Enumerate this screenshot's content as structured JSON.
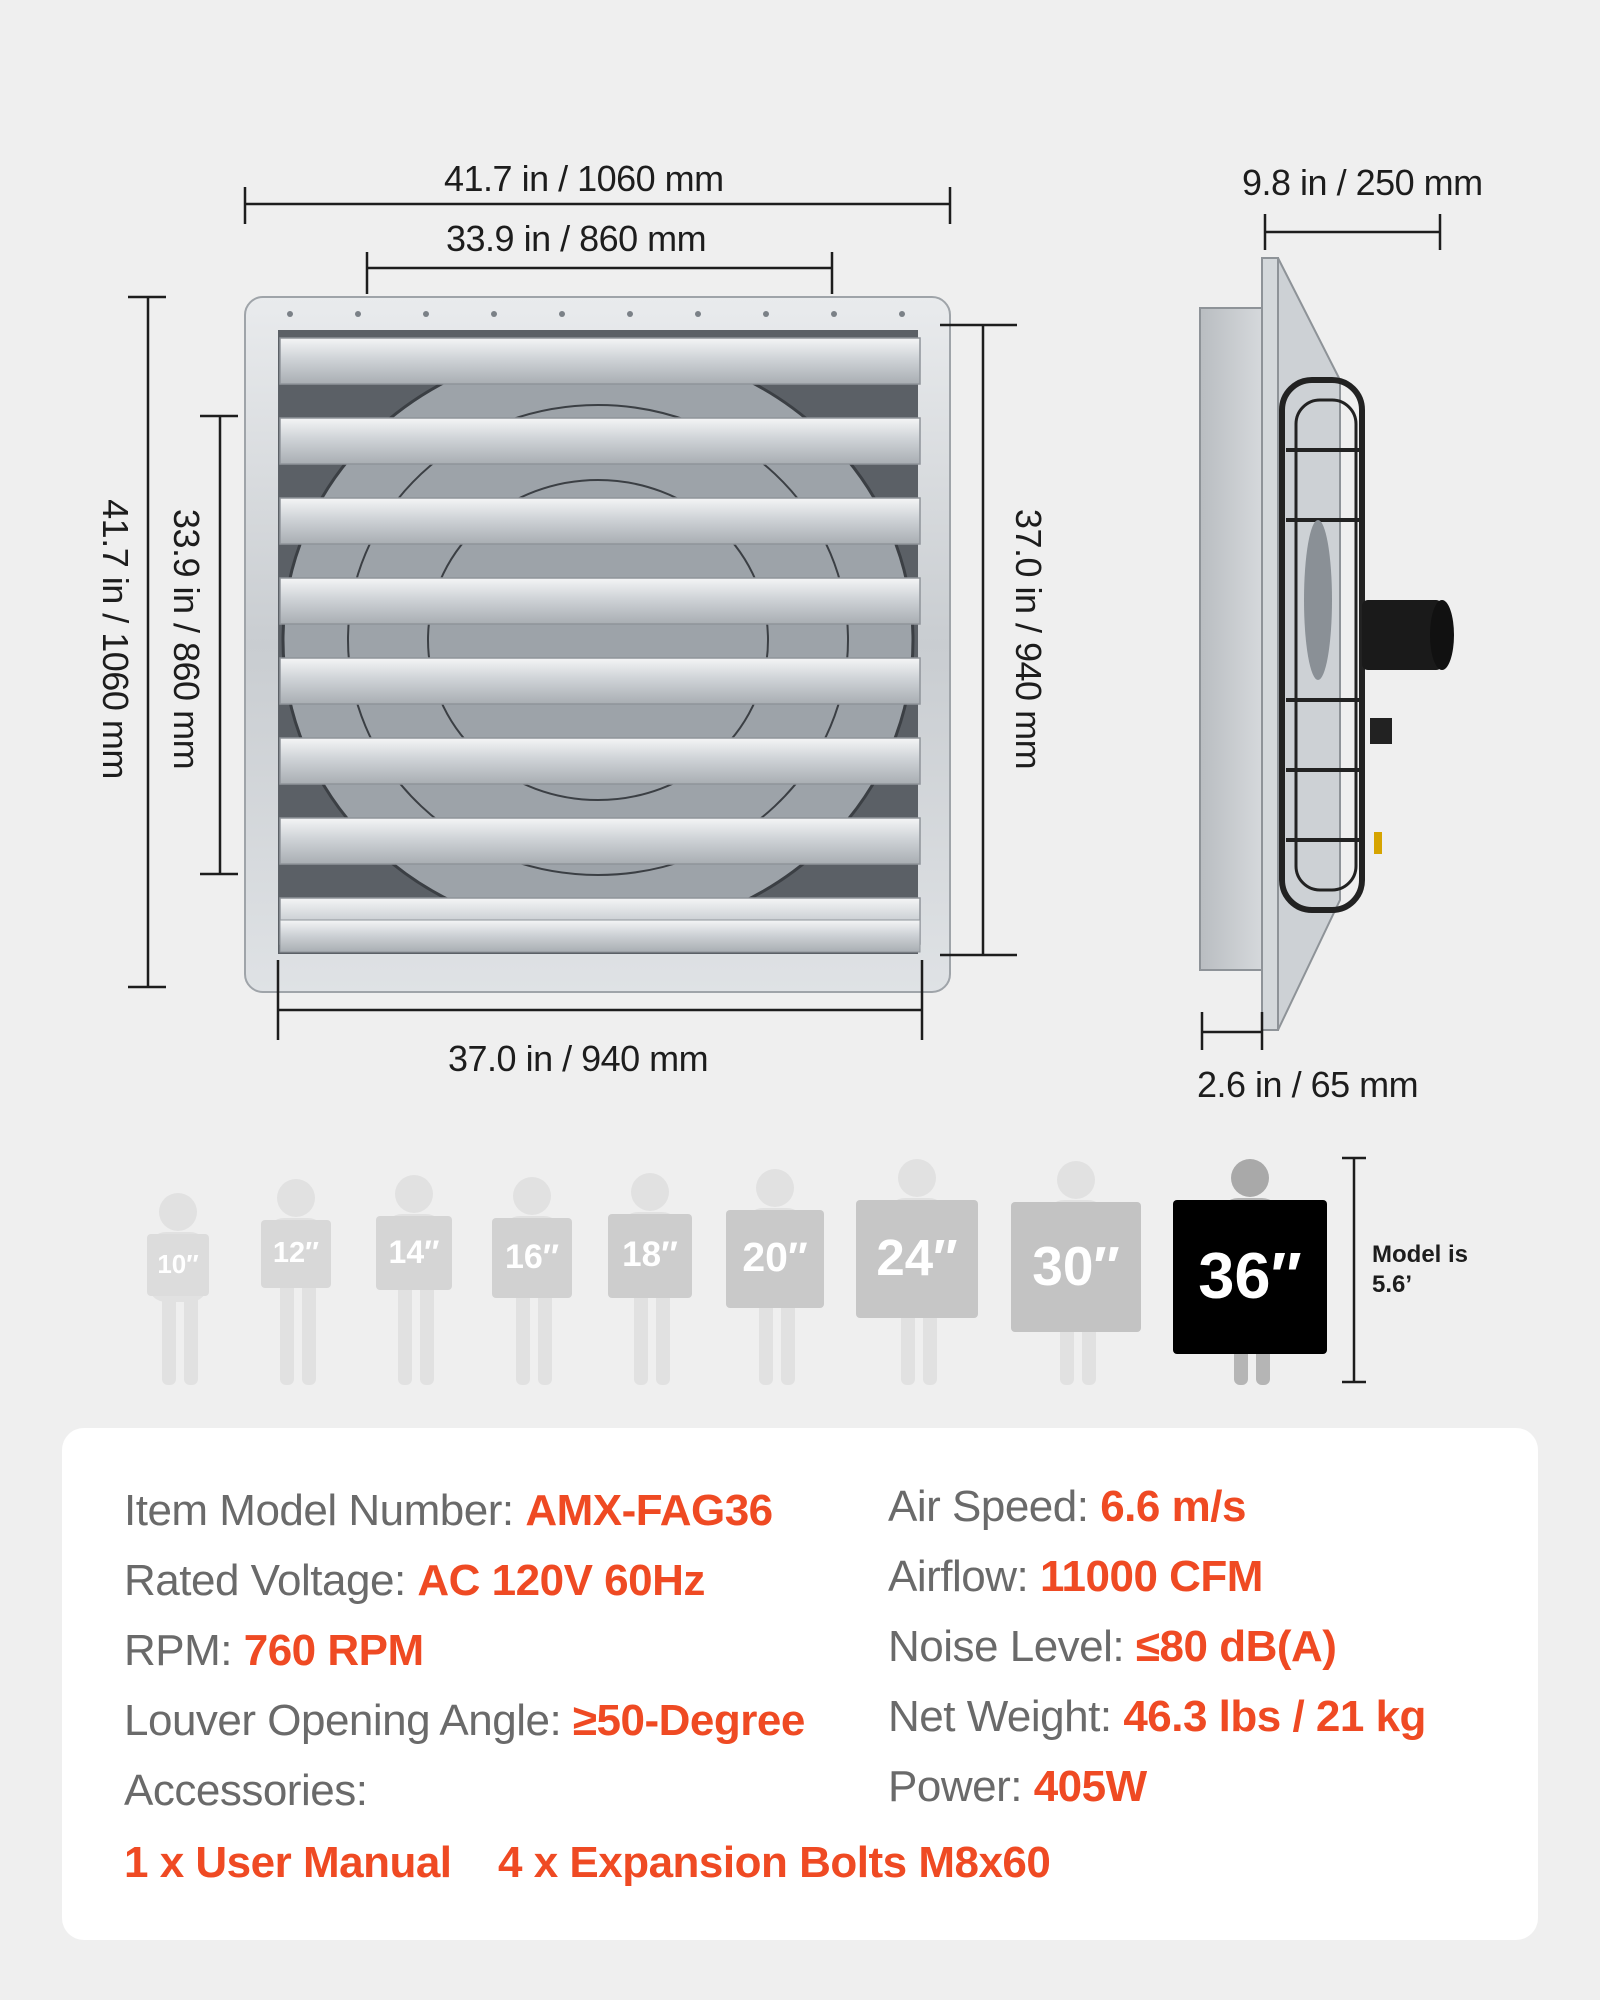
{
  "dimensions": {
    "top_width_outer": "41.7 in / 1060 mm",
    "top_width_inner": "33.9 in / 860 mm",
    "left_height_outer": "41.7 in / 1060 mm",
    "left_height_inner": "33.9 in / 860 mm",
    "right_height": "37.0 in / 940 mm",
    "bottom_width": "37.0 in / 940 mm",
    "side_depth": "9.8 in / 250 mm",
    "side_flange": "2.6 in / 65 mm"
  },
  "size_comparison": {
    "sizes": [
      "10″",
      "12″",
      "14″",
      "16″",
      "18″",
      "20″",
      "24″",
      "30″",
      "36″"
    ],
    "highlighted": "36″",
    "model_note_line1": "Model is",
    "model_note_line2": "5.6’"
  },
  "specs": {
    "left": [
      {
        "key": "Item Model Number:",
        "value": "AMX-FAG36"
      },
      {
        "key": "Rated Voltage:",
        "value": "AC 120V 60Hz"
      },
      {
        "key": "RPM:",
        "value": "760 RPM"
      },
      {
        "key": "Louver Opening Angle:",
        "value": "≥50-Degree"
      },
      {
        "key": "Accessories:",
        "value": ""
      }
    ],
    "right": [
      {
        "key": "Air Speed:",
        "value": "6.6 m/s"
      },
      {
        "key": "Airflow:",
        "value": "11000 CFM"
      },
      {
        "key": "Noise Level:",
        "value": "≤80 dB(A)"
      },
      {
        "key": "Net Weight:",
        "value": "46.3 lbs /  21 kg"
      },
      {
        "key": "Power:",
        "value": "405W"
      }
    ],
    "accessories": [
      "1 x User Manual",
      "4 x Expansion Bolts M8x60"
    ]
  },
  "colors": {
    "accent": "#ef4a23",
    "highlight_board": "#000000",
    "faded_figure": "#c9c9c9"
  }
}
